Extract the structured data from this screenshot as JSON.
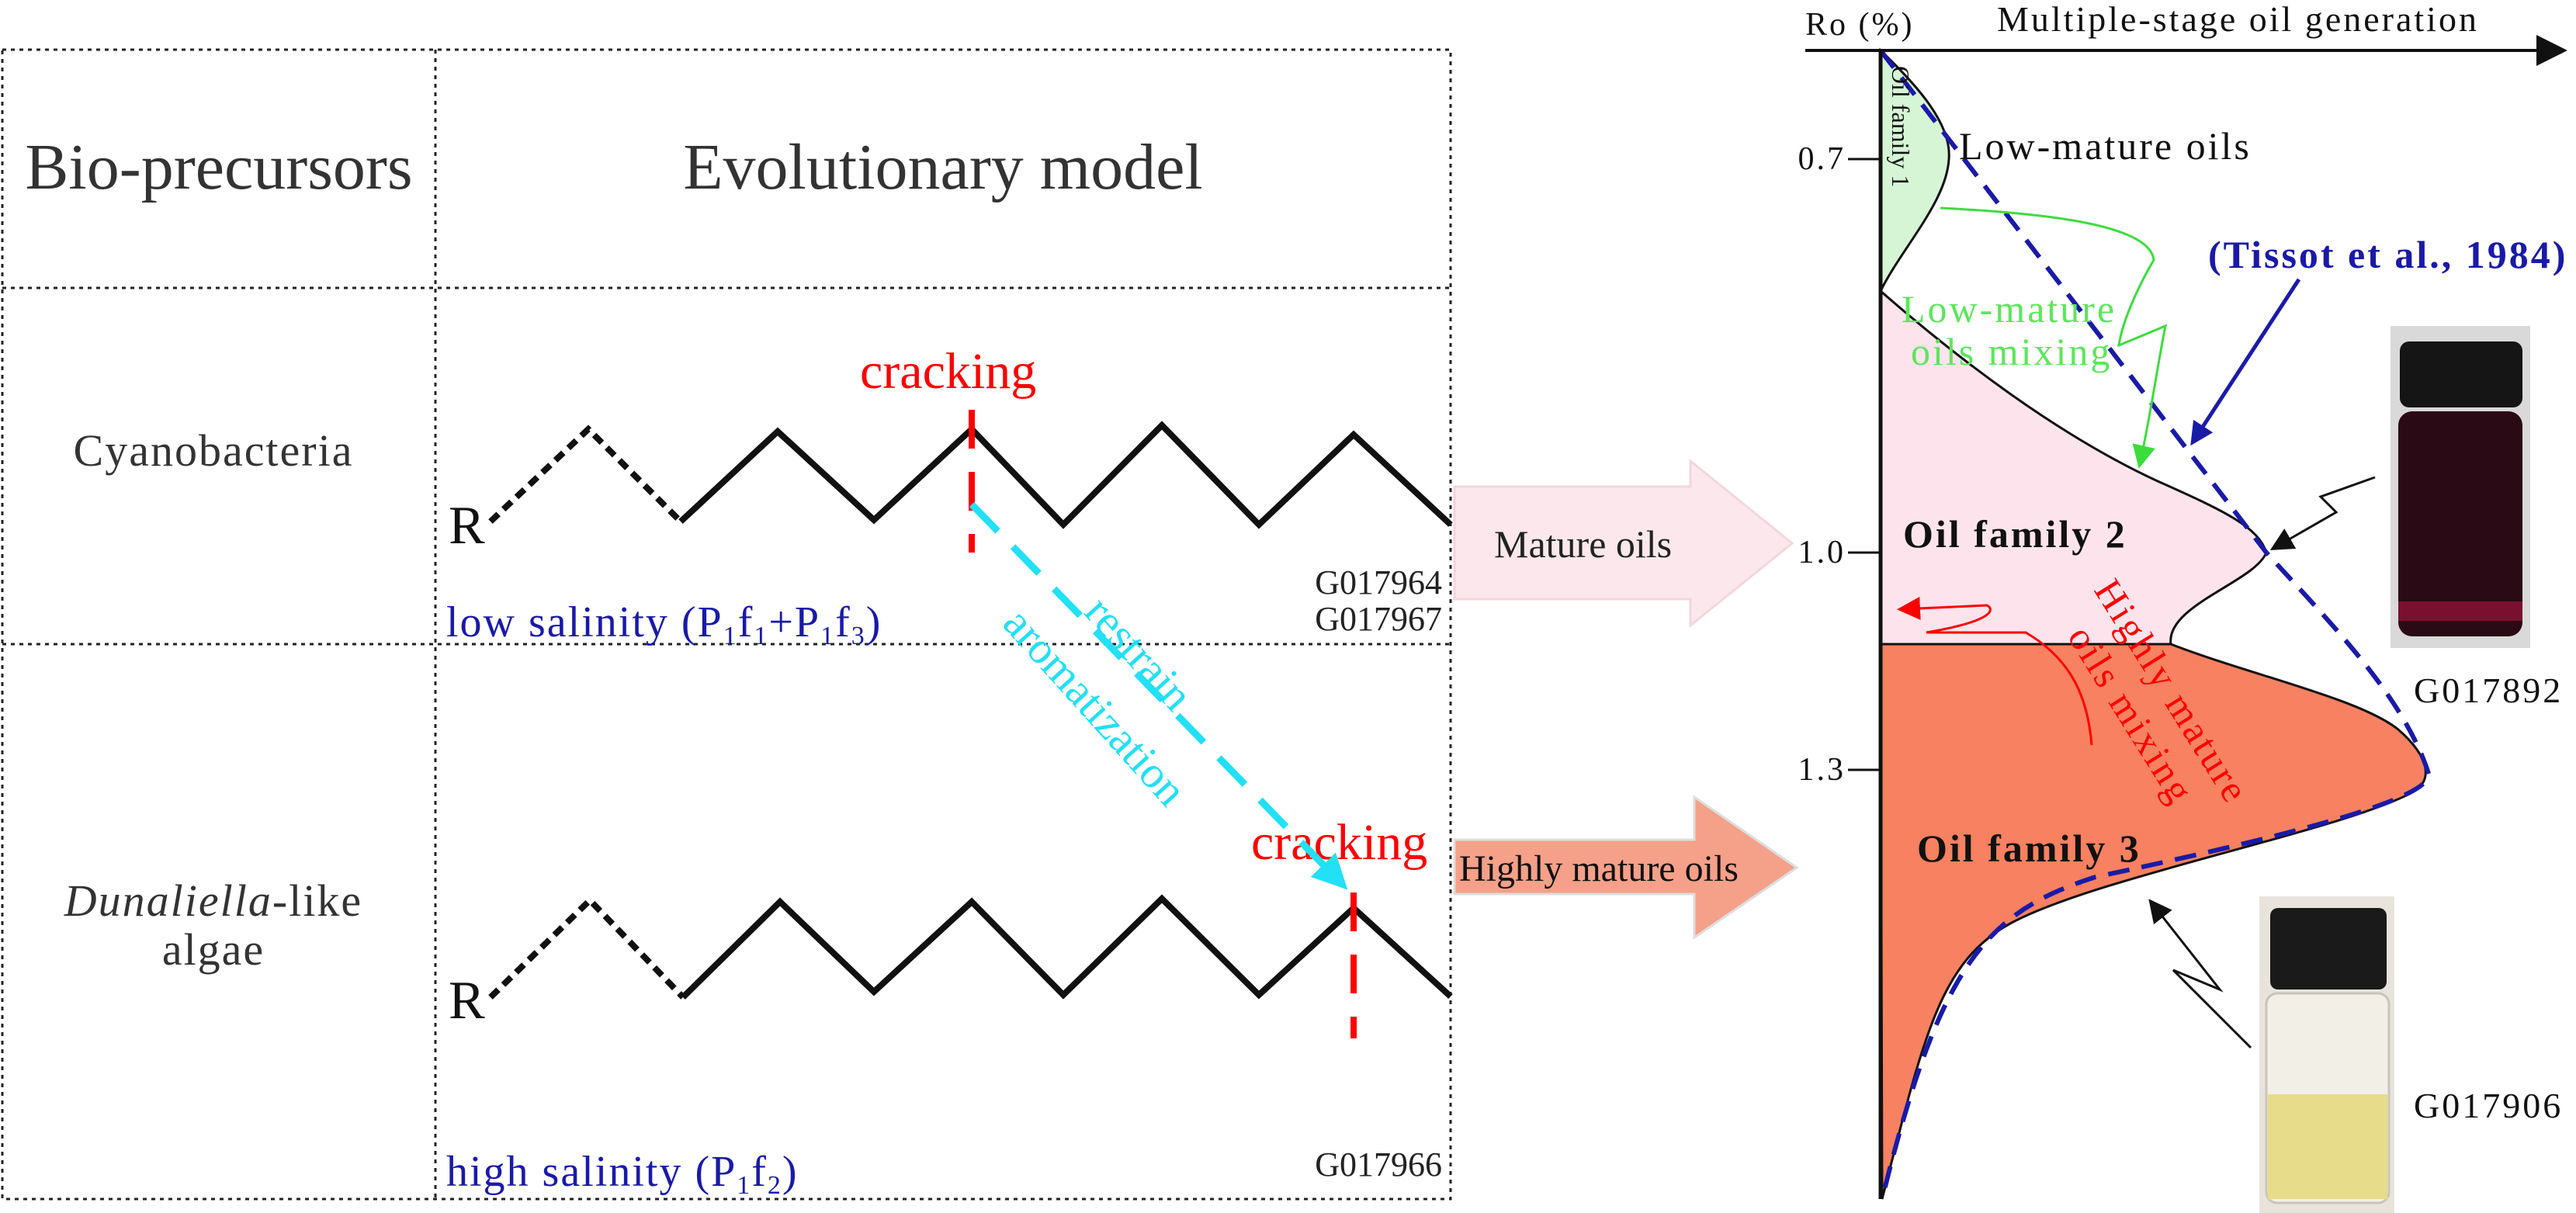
{
  "table": {
    "header_col1": "Bio-precursors",
    "header_col2": "Evolutionary model",
    "rows": [
      {
        "precursor": "Cyanobacteria",
        "r_label": "R",
        "salinity": [
          "low salinity (P",
          "1",
          "f",
          "1",
          "+P",
          "1",
          "f",
          "3",
          ")"
        ],
        "samples": [
          "G017964",
          "G017967"
        ],
        "cracking": "cracking"
      },
      {
        "precursor_italic": "Dunaliella",
        "precursor_suffix": "-like",
        "precursor_line2": "algae",
        "r_label": "R",
        "salinity": [
          "high salinity (P",
          "1",
          "f",
          "2",
          ")"
        ],
        "samples": [
          "G017966"
        ],
        "cracking": "cracking"
      }
    ],
    "transition_line1": "restrain",
    "transition_line2": "aromatization"
  },
  "arrows": {
    "mature": {
      "label": "Mature oils",
      "color": "#fce8ec"
    },
    "highly_mature": {
      "label": "Highly mature oils",
      "color": "#f5a089"
    }
  },
  "generation": {
    "axis_label": "Ro (%)",
    "title": "Multiple-stage oil generation",
    "ticks": [
      "0.7",
      "1.0",
      "1.3"
    ],
    "family1": {
      "label": "Oil family 1",
      "color": "#d5f5d5"
    },
    "family2": {
      "label": "Oil family 2",
      "color": "#fde4ec"
    },
    "family3": {
      "label": "Oil family 3",
      "color": "#f78160"
    },
    "low_mature_label": "Low-mature oils",
    "low_mixing_line1": "Low-mature",
    "low_mixing_line2": "oils mixing",
    "high_mixing_line1": "Highly mature",
    "high_mixing_line2": "oils mixing",
    "reference": "(Tissot et al., 1984)",
    "samples": [
      "G017892",
      "G017906"
    ]
  }
}
